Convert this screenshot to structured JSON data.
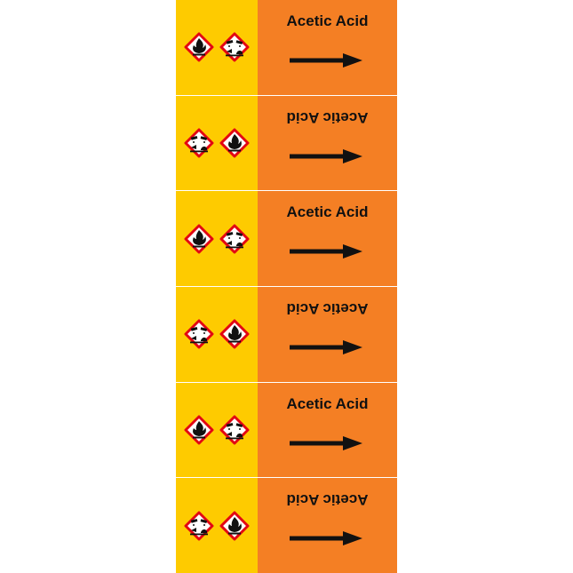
{
  "colors": {
    "yellow": "#fecb00",
    "orange": "#f47f24",
    "ghs_red": "#e30613",
    "text": "#111111"
  },
  "labels": [
    {
      "text": "Acetic Acid",
      "orientation": "normal",
      "pictograms": [
        "flame-icon",
        "corrosion-icon"
      ]
    },
    {
      "text": "Acetic Acid",
      "orientation": "flipped",
      "pictograms": [
        "corrosion-icon",
        "flame-icon"
      ]
    },
    {
      "text": "Acetic Acid",
      "orientation": "normal",
      "pictograms": [
        "flame-icon",
        "corrosion-icon"
      ]
    },
    {
      "text": "Acetic Acid",
      "orientation": "flipped",
      "pictograms": [
        "corrosion-icon",
        "flame-icon"
      ]
    },
    {
      "text": "Acetic Acid",
      "orientation": "normal",
      "pictograms": [
        "flame-icon",
        "corrosion-icon"
      ]
    },
    {
      "text": "Acetic Acid",
      "orientation": "flipped",
      "pictograms": [
        "corrosion-icon",
        "flame-icon"
      ]
    }
  ]
}
